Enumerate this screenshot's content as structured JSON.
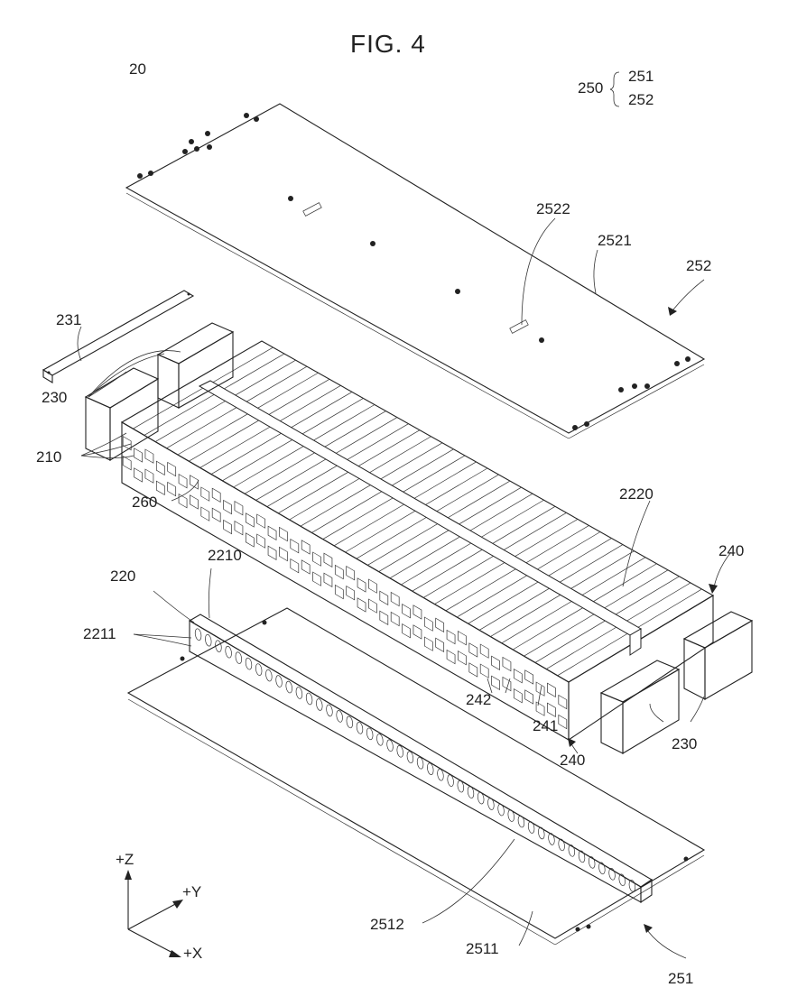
{
  "figure": {
    "title": "FIG. 4",
    "ref_main": "20",
    "group_ref": "250",
    "group_members": [
      "251",
      "252"
    ]
  },
  "labels": {
    "l231": "231",
    "l230_left": "230",
    "l210": "210",
    "l260": "260",
    "l2522": "2522",
    "l2521": "2521",
    "l252": "252",
    "l2220": "2220",
    "l240_right": "240",
    "l2210": "2210",
    "l220": "220",
    "l2211": "2211",
    "l242": "242",
    "l241": "241",
    "l240_bottom": "240",
    "l230_right": "230",
    "l2512": "2512",
    "l2511": "2511",
    "l251": "251"
  },
  "axes": {
    "z": "+Z",
    "y": "+Y",
    "x": "+X"
  }
}
